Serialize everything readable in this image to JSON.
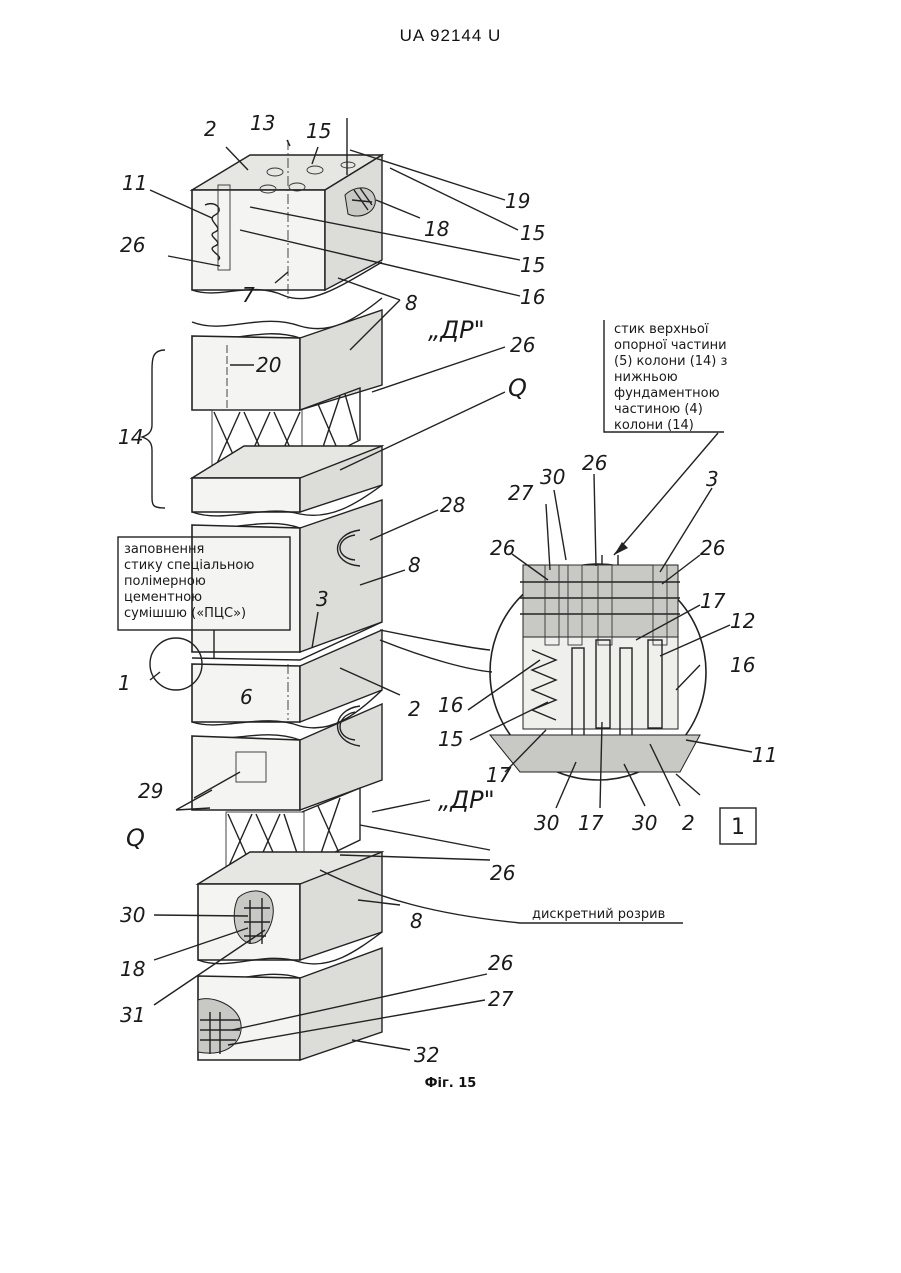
{
  "document": {
    "header": "UA   92144   U",
    "figure_caption": "Фіг. 15"
  },
  "notes": {
    "joint_note": [
      "стик верхньої",
      "опорної частини",
      "(5) колони (14) з",
      "нижньою",
      "фундаментною",
      "частиною (4)",
      "колони (14)"
    ],
    "fill_note": [
      "заповнення",
      "стику спеціальною",
      "полімерною",
      "цементною",
      "сумішшю («ПЦС»)"
    ],
    "discrete_gap": "дискретний розрив"
  },
  "labels": {
    "l2a": "2",
    "l13": "13",
    "l15a": "15",
    "l11a": "11",
    "l19": "19",
    "l15b": "15",
    "l18a": "18",
    "l15c": "15",
    "l26a": "26",
    "l7": "7",
    "l16a": "16",
    "l8a": "8",
    "l20": "20",
    "l26b": "26",
    "l14": "14",
    "lQa": "Q",
    "lDRa": "„ДР\"",
    "l28": "28",
    "l8b": "8",
    "l3a": "3",
    "l1a": "1",
    "l6": "6",
    "l2b": "2",
    "l29": "29",
    "lQb": "Q",
    "lDRb": "„ДР\"",
    "l26c": "26",
    "l30a": "30",
    "l8c": "8",
    "l18b": "18",
    "l31": "31",
    "l26d": "26",
    "l27a": "27",
    "l32": "32",
    "d27": "27",
    "d30a": "30",
    "d26a": "26",
    "d3": "3",
    "d26b": "26",
    "d26c": "26",
    "d17a": "17",
    "d12": "12",
    "d16a": "16",
    "d16b": "16",
    "d15": "15",
    "d11": "11",
    "d17b": "17",
    "d30b": "30",
    "d17c": "17",
    "d30c": "30",
    "d2": "2",
    "d1": "1"
  }
}
